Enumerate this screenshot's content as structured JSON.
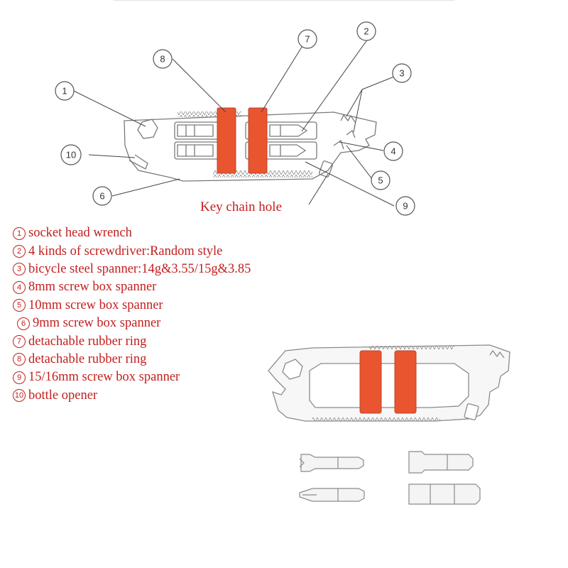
{
  "callouts": [
    {
      "n": "1"
    },
    {
      "n": "2"
    },
    {
      "n": "3"
    },
    {
      "n": "4"
    },
    {
      "n": "5"
    },
    {
      "n": "6"
    },
    {
      "n": "7"
    },
    {
      "n": "8"
    },
    {
      "n": "9"
    },
    {
      "n": "10"
    }
  ],
  "keychain_label": "Key chain hole",
  "legend": [
    {
      "num": "1",
      "text": "socket head wrench"
    },
    {
      "num": "2",
      "text": "4 kinds of screwdriver:Random style"
    },
    {
      "num": "3",
      "text": "bicycle steel spanner:14g&3.55/15g&3.85"
    },
    {
      "num": "4",
      "text": "8mm  screw box spanner"
    },
    {
      "num": "5",
      "text": "10mm  screw box spanner"
    },
    {
      "num": "6",
      "text": "9mm  screw box spanner"
    },
    {
      "num": "7",
      "text": "detachable rubber ring"
    },
    {
      "num": "8",
      "text": "detachable rubber ring"
    },
    {
      "num": "9",
      "text": "15/16mm  screw box spanner"
    },
    {
      "num": "10",
      "text": "bottle opener"
    }
  ],
  "colors": {
    "legend_text": "#c41e1e",
    "rubber_ring": "#e8552f",
    "outline": "#7a7a7a",
    "line": "#444444"
  }
}
